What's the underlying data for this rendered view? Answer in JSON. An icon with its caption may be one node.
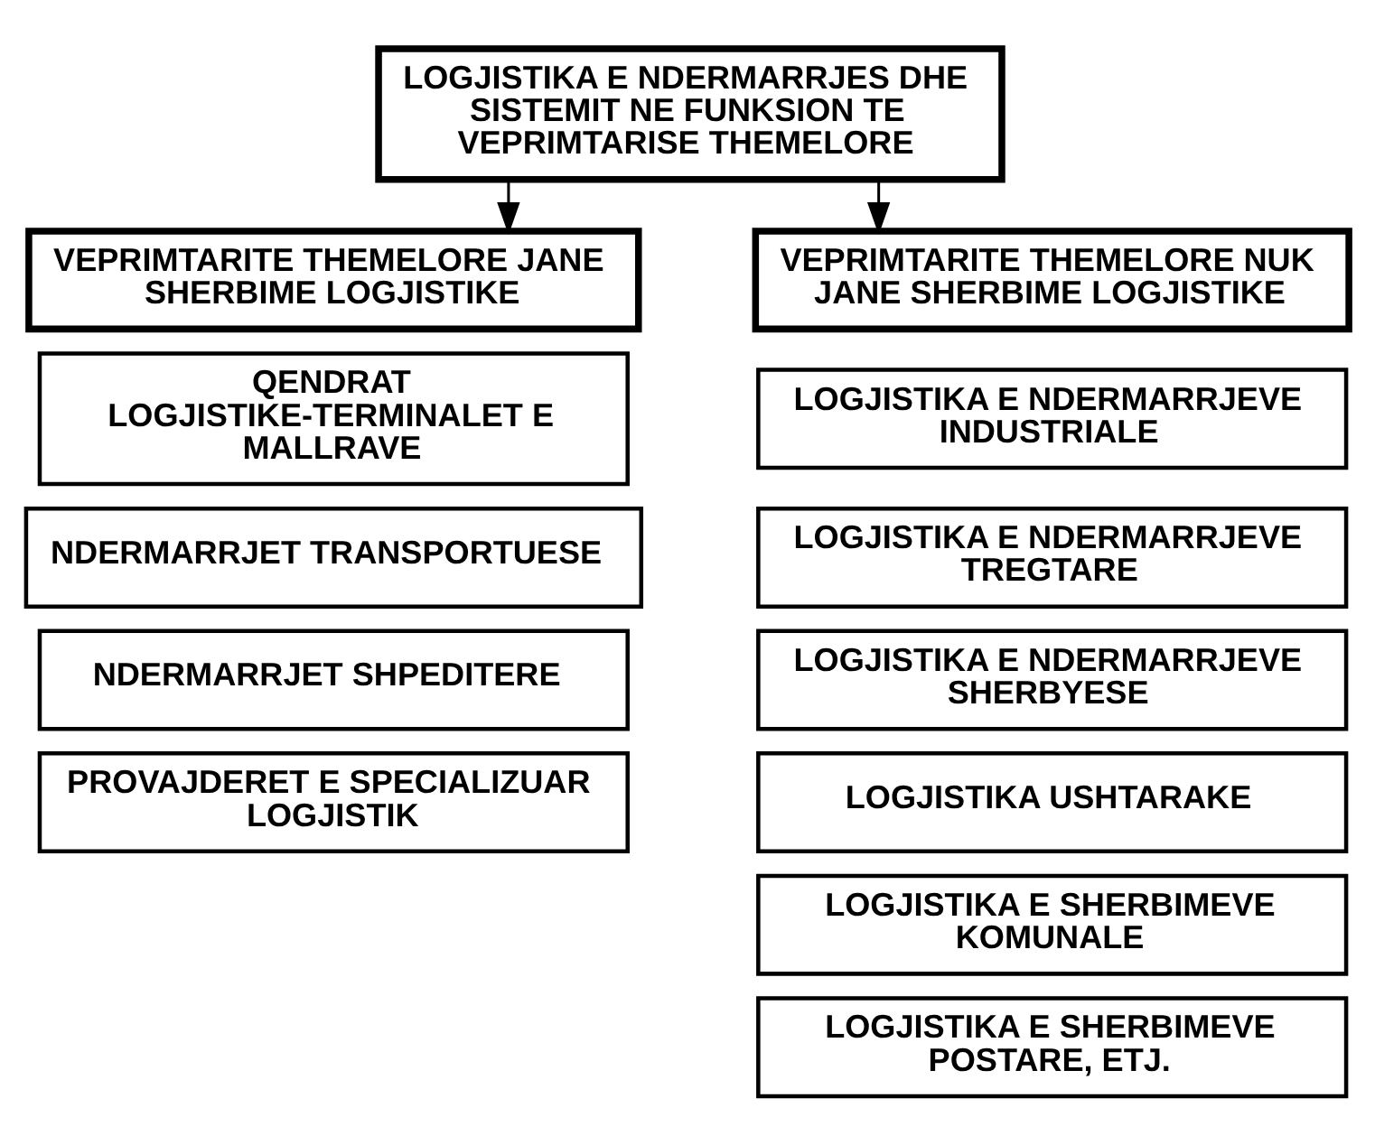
{
  "diagram": {
    "nodes": [
      {
        "text": [
          "LOGJISTIKA E NDERMARRJES DHE SISTEMIT NE FUNKSION TE VEPRIMTARISE THEMELORE"
        ]
      },
      {
        "text": [
          "VEPRIMTARITE THEMELORE JANE SHERBIME LOGJISTIKE"
        ]
      },
      {
        "text": [
          "QENDRAT LOGJISTIKE-TERMINALET E MALLRAVE"
        ]
      },
      {
        "text": [
          "NDERMARRJET TRANSPORTUESE"
        ]
      },
      {
        "text": [
          "NDERMARRJET SHPEDITERE"
        ]
      },
      {
        "text": [
          "PROVAJDERET E SPECIALIZUAR LOGJISTIK"
        ]
      },
      {
        "text": [
          "VEPRIMTARITE THEMELORE NUK JANE SHERBIME LOGJISTIKE"
        ]
      },
      {
        "text": [
          "LOGJISTIKA E NDERMARRJEVE INDUSTRIALE"
        ]
      },
      {
        "text": [
          "LOGJISTIKA E NDERMARRJEVE TREGTARE"
        ]
      },
      {
        "text": [
          "LOGJISTIKA E NDERMARRJEVE SHERBYESE"
        ]
      },
      {
        "text": [
          "LOGJISTIKA USHTARAKE"
        ]
      },
      {
        "text": [
          "LOGJISTIKA E SHERBIMEVE KOMUNALE"
        ]
      },
      {
        "text": [
          "LOGJISTIKA E SHERBIMEVE POSTARE, ETJ."
        ]
      }
    ],
    "edges": [
      {
        "from": 0,
        "to": 1,
        "arrow": "to"
      },
      {
        "from": 0,
        "to": 6,
        "arrow": "to"
      }
    ]
  }
}
